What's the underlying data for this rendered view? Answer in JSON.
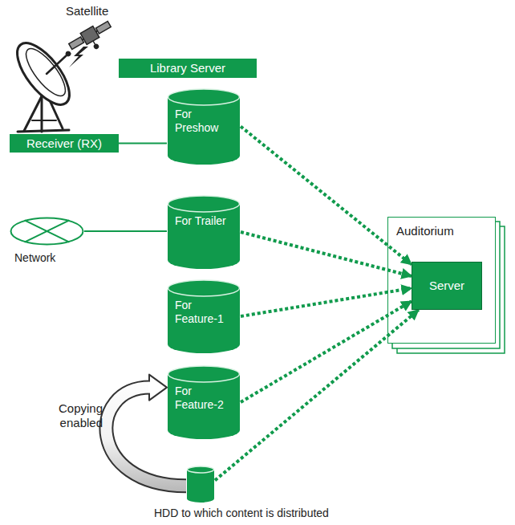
{
  "diagram": {
    "nodes": [
      {
        "text": [
          "Library Server"
        ]
      },
      {
        "text": [
          "Receiver (RX)"
        ]
      },
      {
        "text": [
          "For Preshow"
        ]
      },
      {
        "text": [
          "Network"
        ]
      },
      {
        "text": [
          "For Trailer"
        ]
      },
      {
        "text": [
          "Auditorium"
        ]
      },
      {
        "text": [
          "Server"
        ],
        "in": 5
      },
      {
        "text": [
          "For Feature-1"
        ]
      },
      {
        "text": [
          "For Feature-2"
        ]
      },
      {
        "text": [
          "HDD to which content is distributed"
        ]
      }
    ],
    "edges": [
      {
        "from": 1,
        "to": 2,
        "arrow": "none"
      },
      {
        "from": 3,
        "to": 4,
        "arrow": "none"
      },
      {
        "from": 2,
        "to": 6,
        "arrow": "to"
      },
      {
        "from": 4,
        "to": 6,
        "arrow": "to"
      },
      {
        "from": 7,
        "to": 6,
        "arrow": "to"
      },
      {
        "from": 8,
        "to": 6,
        "arrow": "to"
      },
      {
        "from": 9,
        "to": 6,
        "arrow": "to"
      },
      {
        "from": 9,
        "to": 8,
        "arrow": "to",
        "label": "Copying enabled"
      }
    ],
    "labels": [
      "Satellite"
    ]
  }
}
